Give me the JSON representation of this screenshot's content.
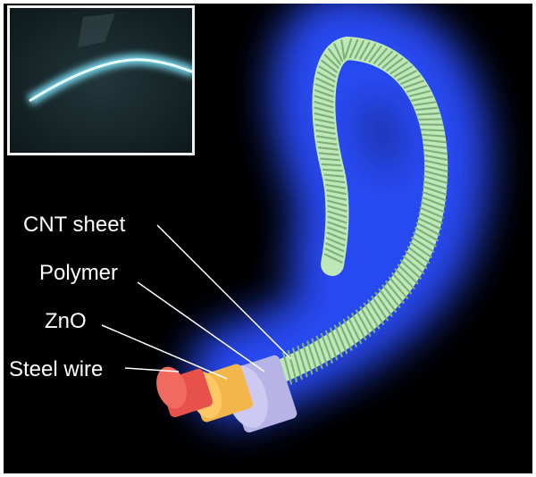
{
  "labels": {
    "cnt_sheet": "CNT sheet",
    "polymer": "Polymer",
    "zno": "ZnO",
    "steel_wire": "Steel  wire"
  },
  "colors": {
    "background": "#000000",
    "glow": "#2a4dff",
    "cnt_fiber": "#bfe8b8",
    "cnt_fiber_dark": "#7fb07a",
    "polymer": "#b8b3e6",
    "zno": "#f2b64a",
    "steel_wire": "#e8504a",
    "inset_glow": "#7fe6ff",
    "label_text": "#ffffff"
  },
  "inset": {
    "content": "photo of glowing fiber"
  }
}
